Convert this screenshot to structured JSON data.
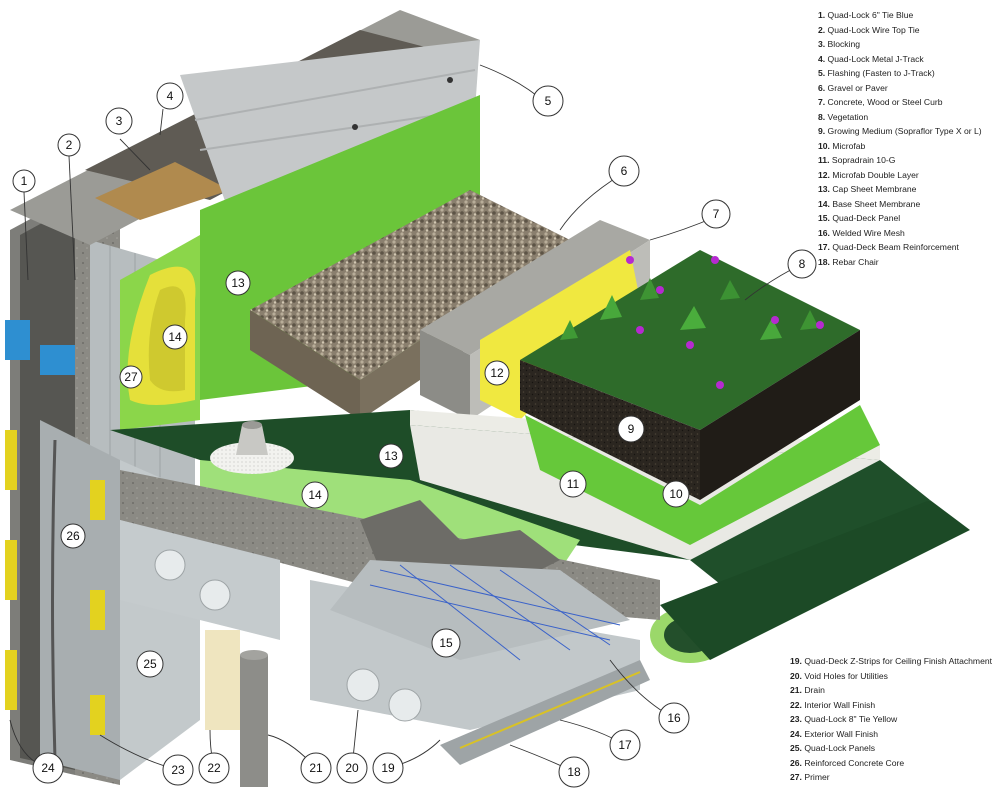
{
  "legend_top": [
    {
      "num": "1.",
      "label": "Quad-Lock 6\" Tie Blue"
    },
    {
      "num": "2.",
      "label": "Quad-Lock Wire Top Tie"
    },
    {
      "num": "3.",
      "label": "Blocking"
    },
    {
      "num": "4.",
      "label": "Quad-Lock Metal J-Track"
    },
    {
      "num": "5.",
      "label": "Flashing (Fasten to J-Track)"
    },
    {
      "num": "6.",
      "label": "Gravel or Paver"
    },
    {
      "num": "7.",
      "label": "Concrete, Wood or Steel Curb"
    },
    {
      "num": "8.",
      "label": "Vegetation"
    },
    {
      "num": "9.",
      "label": "Growing Medium (Sopraflor Type X or L)"
    },
    {
      "num": "10.",
      "label": "Microfab"
    },
    {
      "num": "11.",
      "label": "Sopradrain 10-G"
    },
    {
      "num": "12.",
      "label": "Microfab Double Layer"
    },
    {
      "num": "13.",
      "label": "Cap Sheet Membrane"
    },
    {
      "num": "14.",
      "label": "Base Sheet Membrane"
    },
    {
      "num": "15.",
      "label": "Quad-Deck Panel"
    },
    {
      "num": "16.",
      "label": "Welded Wire Mesh"
    },
    {
      "num": "17.",
      "label": "Quad-Deck Beam Reinforcement"
    },
    {
      "num": "18.",
      "label": "Rebar Chair"
    }
  ],
  "legend_bottom": [
    {
      "num": "19.",
      "label": "Quad-Deck Z-Strips for Ceiling Finish Attachment"
    },
    {
      "num": "20.",
      "label": "Void Holes for Utilities"
    },
    {
      "num": "21.",
      "label": "Drain"
    },
    {
      "num": "22.",
      "label": "Interior Wall Finish"
    },
    {
      "num": "23.",
      "label": "Quad-Lock 8\" Tie Yellow"
    },
    {
      "num": "24.",
      "label": "Exterior Wall Finish"
    },
    {
      "num": "25.",
      "label": "Quad-Lock Panels"
    },
    {
      "num": "26.",
      "label": "Reinforced Concrete Core"
    },
    {
      "num": "27.",
      "label": "Primer"
    }
  ],
  "callouts": {
    "c1": "1",
    "c2": "2",
    "c3": "3",
    "c4": "4",
    "c5": "5",
    "c6": "6",
    "c7": "7",
    "c8": "8",
    "c9": "9",
    "c10": "10",
    "c11": "11",
    "c12": "12",
    "c13a": "13",
    "c13b": "13",
    "c14a": "14",
    "c14b": "14",
    "c15": "15",
    "c16": "16",
    "c17": "17",
    "c18": "18",
    "c19": "19",
    "c20": "20",
    "c21": "21",
    "c22": "22",
    "c23": "23",
    "c24": "24",
    "c25": "25",
    "c26": "26",
    "c27": "27"
  },
  "colors": {
    "membrane_green": "#74c92b",
    "cap_sheet_dark": "#1f4f2a",
    "primer_yellow": "#e6e033",
    "concrete_gray": "#8f8f8a",
    "panel_gray": "#b9bfc0",
    "gravel": "#8c8170",
    "soil": "#2a2620",
    "flashing": "#c9cccd",
    "tie_blue": "#2f8fd0",
    "tie_yellow": "#e2d21f"
  }
}
